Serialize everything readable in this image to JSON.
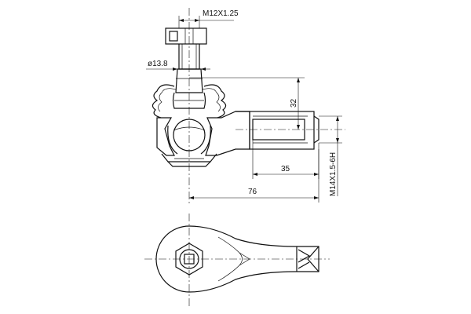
{
  "dimensions": {
    "stud_thread": "M12X1.25",
    "stud_diameter": "ø13.8",
    "height": "32",
    "thread_depth": "35",
    "overall_length": "76",
    "housing_thread": "M14X1.5-6H"
  }
}
